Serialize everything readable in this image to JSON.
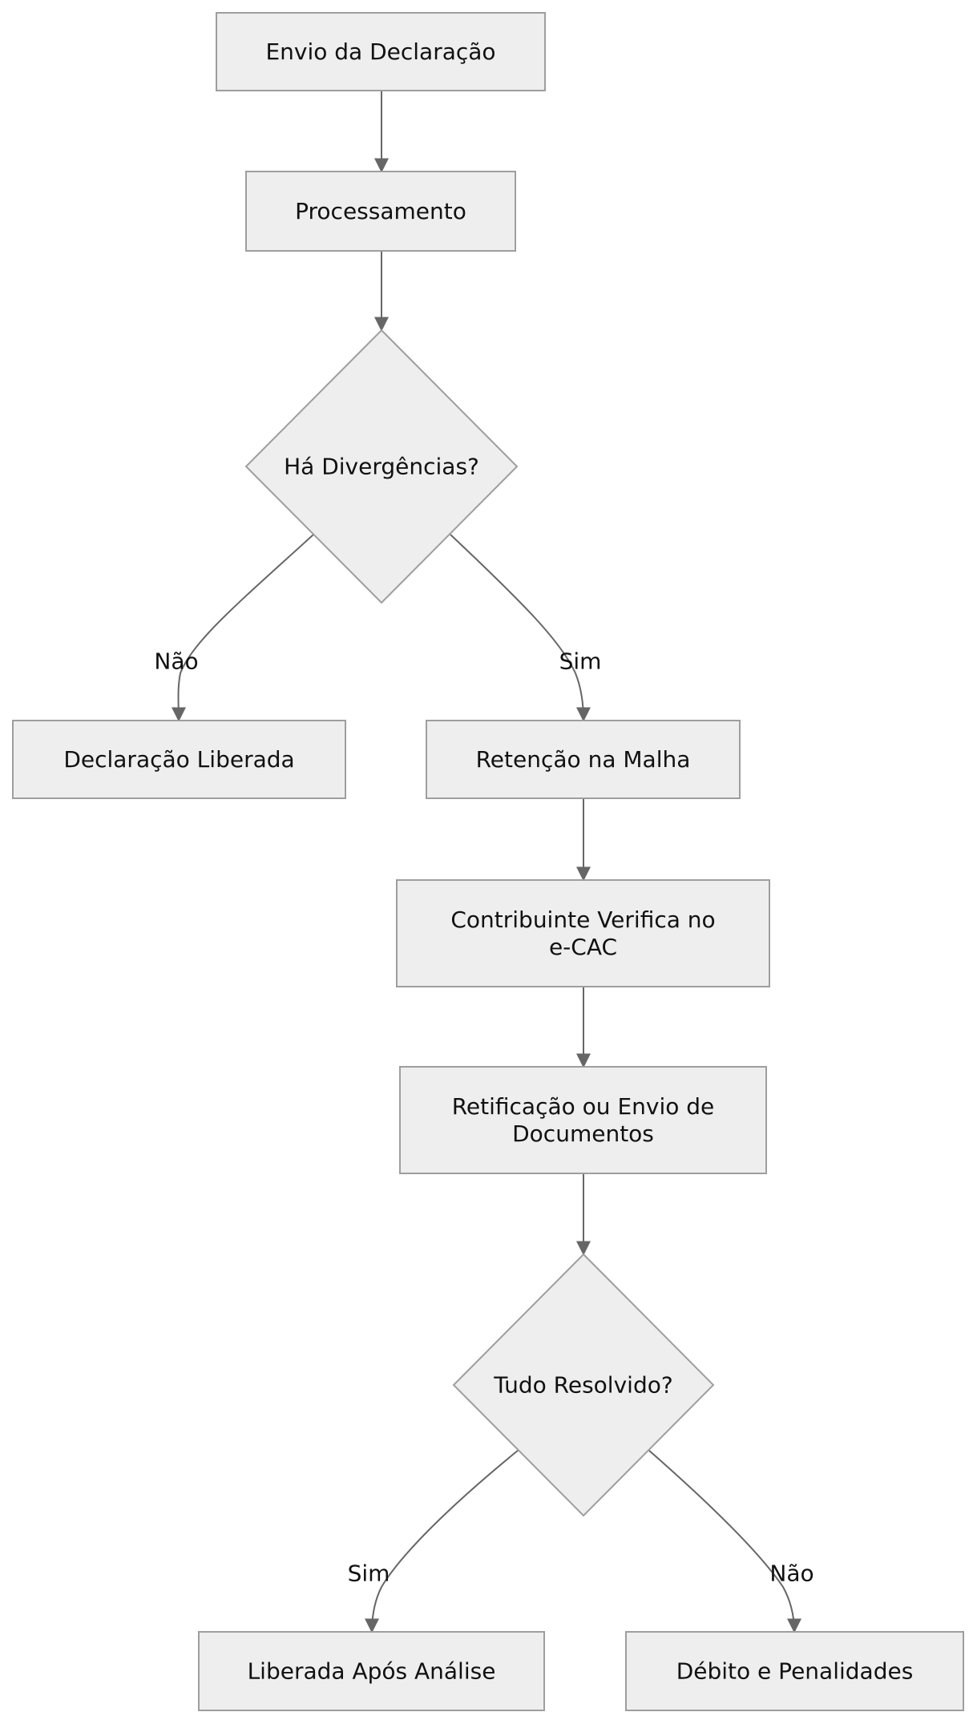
{
  "diagram": {
    "type": "flowchart",
    "direction": "top-down",
    "nodes": [
      {
        "id": "A",
        "shape": "rect",
        "label": [
          "Envio da Declaração"
        ]
      },
      {
        "id": "B",
        "shape": "rect",
        "label": [
          "Processamento"
        ]
      },
      {
        "id": "C",
        "shape": "diamond",
        "label": [
          "Há Divergências?"
        ]
      },
      {
        "id": "D",
        "shape": "rect",
        "label": [
          "Declaração Liberada"
        ]
      },
      {
        "id": "E",
        "shape": "rect",
        "label": [
          "Retenção na Malha"
        ]
      },
      {
        "id": "F",
        "shape": "rect",
        "label": [
          "Contribuinte Verifica no",
          "e-CAC"
        ]
      },
      {
        "id": "G",
        "shape": "rect",
        "label": [
          "Retificação ou Envio de",
          "Documentos"
        ]
      },
      {
        "id": "H",
        "shape": "diamond",
        "label": [
          "Tudo Resolvido?"
        ]
      },
      {
        "id": "I",
        "shape": "rect",
        "label": [
          "Liberada Após Análise"
        ]
      },
      {
        "id": "J",
        "shape": "rect",
        "label": [
          "Débito e Penalidades"
        ]
      }
    ],
    "edges": [
      {
        "from": "A",
        "to": "B",
        "label": ""
      },
      {
        "from": "B",
        "to": "C",
        "label": ""
      },
      {
        "from": "C",
        "to": "D",
        "label": "Não"
      },
      {
        "from": "C",
        "to": "E",
        "label": "Sim"
      },
      {
        "from": "E",
        "to": "F",
        "label": ""
      },
      {
        "from": "F",
        "to": "G",
        "label": ""
      },
      {
        "from": "G",
        "to": "H",
        "label": ""
      },
      {
        "from": "H",
        "to": "I",
        "label": "Sim"
      },
      {
        "from": "H",
        "to": "J",
        "label": "Não"
      }
    ],
    "colors": {
      "node_fill": "#eeeeee",
      "node_stroke": "#9e9e9e",
      "edge": "#666666",
      "text": "#111111"
    }
  }
}
